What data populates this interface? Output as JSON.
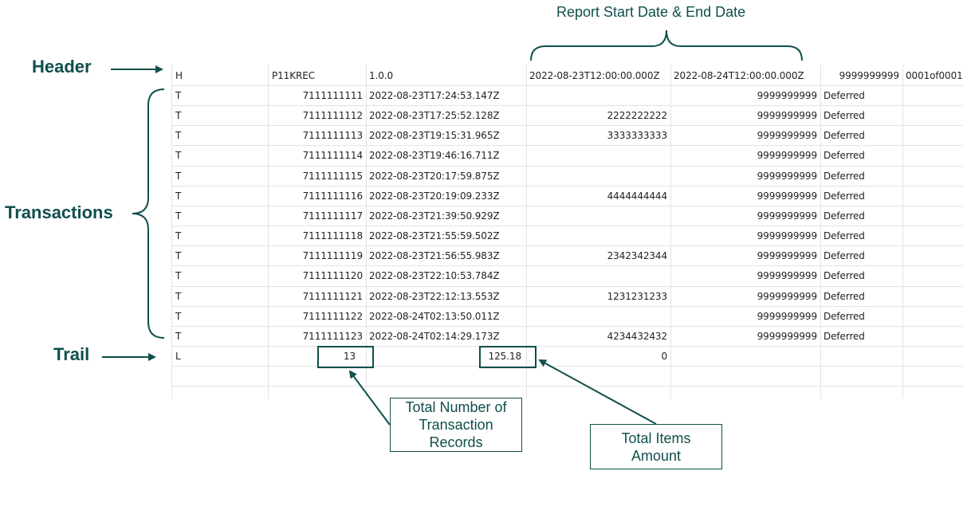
{
  "labels": {
    "header": "Header",
    "transactions": "Transactions",
    "trail": "Trail",
    "report_dates": "Report Start Date & End Date"
  },
  "callouts": {
    "total_records": [
      "Total Number of",
      "Transaction",
      "Records"
    ],
    "total_amount": [
      "Total Items",
      "Amount"
    ]
  },
  "header_row": {
    "col_a": "H",
    "col_b": "P11KREC",
    "col_c": "1.0.0",
    "col_d": "2022-08-23T12:00:00.000Z",
    "col_e": "2022-08-24T12:00:00.000Z",
    "col_f": "9999999999",
    "col_g": "0001of0001"
  },
  "transactions": [
    {
      "type": "T",
      "id": "7111111111",
      "timestamp": "2022-08-23T17:24:53.147Z",
      "ref": "",
      "acct": "9999999999",
      "status": "Deferred"
    },
    {
      "type": "T",
      "id": "7111111112",
      "timestamp": "2022-08-23T17:25:52.128Z",
      "ref": "2222222222",
      "acct": "9999999999",
      "status": "Deferred"
    },
    {
      "type": "T",
      "id": "7111111113",
      "timestamp": "2022-08-23T19:15:31.965Z",
      "ref": "3333333333",
      "acct": "9999999999",
      "status": "Deferred"
    },
    {
      "type": "T",
      "id": "7111111114",
      "timestamp": "2022-08-23T19:46:16.711Z",
      "ref": "",
      "acct": "9999999999",
      "status": "Deferred"
    },
    {
      "type": "T",
      "id": "7111111115",
      "timestamp": "2022-08-23T20:17:59.875Z",
      "ref": "",
      "acct": "9999999999",
      "status": "Deferred"
    },
    {
      "type": "T",
      "id": "7111111116",
      "timestamp": "2022-08-23T20:19:09.233Z",
      "ref": "4444444444",
      "acct": "9999999999",
      "status": "Deferred"
    },
    {
      "type": "T",
      "id": "7111111117",
      "timestamp": "2022-08-23T21:39:50.929Z",
      "ref": "",
      "acct": "9999999999",
      "status": "Deferred"
    },
    {
      "type": "T",
      "id": "7111111118",
      "timestamp": "2022-08-23T21:55:59.502Z",
      "ref": "",
      "acct": "9999999999",
      "status": "Deferred"
    },
    {
      "type": "T",
      "id": "7111111119",
      "timestamp": "2022-08-23T21:56:55.983Z",
      "ref": "2342342344",
      "acct": "9999999999",
      "status": "Deferred"
    },
    {
      "type": "T",
      "id": "7111111120",
      "timestamp": "2022-08-23T22:10:53.784Z",
      "ref": "",
      "acct": "9999999999",
      "status": "Deferred"
    },
    {
      "type": "T",
      "id": "7111111121",
      "timestamp": "2022-08-23T22:12:13.553Z",
      "ref": "1231231233",
      "acct": "9999999999",
      "status": "Deferred"
    },
    {
      "type": "T",
      "id": "7111111122",
      "timestamp": "2022-08-24T02:13:50.011Z",
      "ref": "",
      "acct": "9999999999",
      "status": "Deferred"
    },
    {
      "type": "T",
      "id": "7111111123",
      "timestamp": "2022-08-24T02:14:29.173Z",
      "ref": "4234432432",
      "acct": "9999999999",
      "status": "Deferred"
    }
  ],
  "trail_row": {
    "col_a": "L",
    "col_b": "13",
    "col_c": "125.18",
    "col_d": "0"
  },
  "colors": {
    "accent": "#0f4f4c",
    "grid": "#e3e3e3",
    "text": "#222222"
  }
}
